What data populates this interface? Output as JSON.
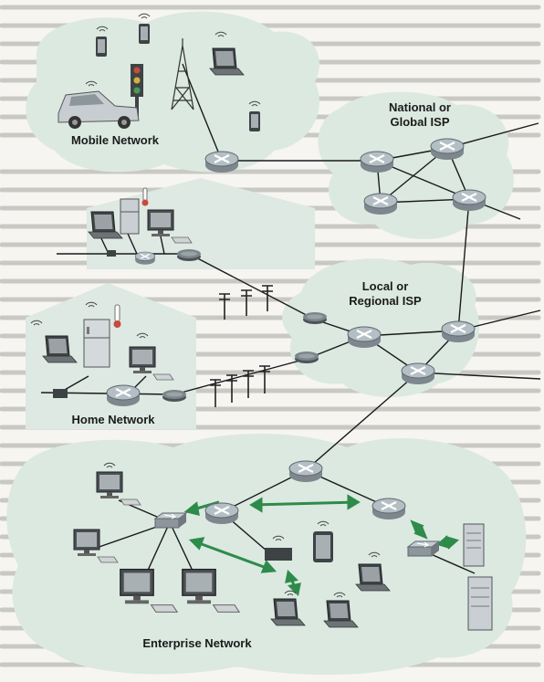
{
  "diagram": {
    "labels": {
      "mobile_network": "Mobile Network",
      "national_isp_line1": "National or",
      "national_isp_line2": "Global ISP",
      "regional_isp_line1": "Local or",
      "regional_isp_line2": "Regional ISP",
      "home_network": "Home Network",
      "enterprise_network": "Enterprise Network"
    },
    "colors": {
      "cloud_fill": "#dbe9e1",
      "house_fill": "#dde9e2",
      "link": "#1a1a1a",
      "ethernet_link": "#2e8b4a",
      "router_body": "#a9b4ba",
      "device_dark": "#555a5e"
    },
    "icons": [
      "router-icon",
      "switch-icon",
      "modem-icon",
      "laptop-icon",
      "desktop-icon",
      "server-icon",
      "smartphone-icon",
      "cell-tower-icon",
      "traffic-light-icon",
      "car-icon",
      "refrigerator-icon",
      "thermometer-icon"
    ]
  }
}
